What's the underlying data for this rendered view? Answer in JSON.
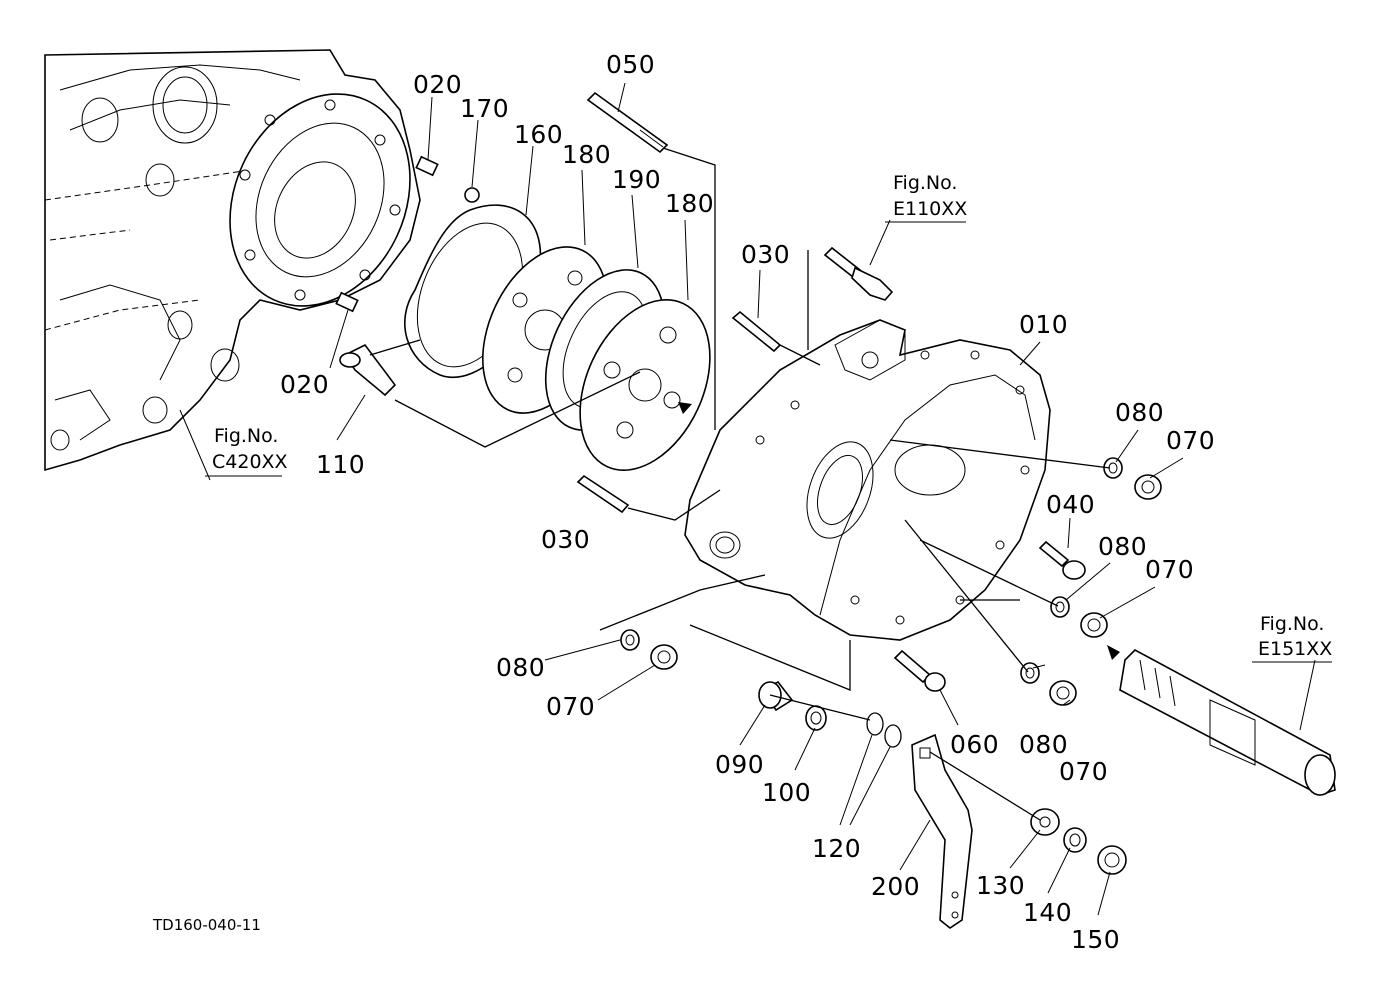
{
  "diagram_code": "TD160-040-11",
  "fig_refs": {
    "c420": {
      "title": "Fig.No.",
      "code": "C420XX"
    },
    "e110": {
      "title": "Fig.No.",
      "code": "E110XX"
    },
    "e151": {
      "title": "Fig.No.",
      "code": "E151XX"
    }
  },
  "parts": {
    "p010": "010",
    "p020a": "020",
    "p020b": "020",
    "p030a": "030",
    "p030b": "030",
    "p040": "040",
    "p050": "050",
    "p060": "060",
    "p070a": "070",
    "p070b": "070",
    "p070c": "070",
    "p070d": "070",
    "p080a": "080",
    "p080b": "080",
    "p080c": "080",
    "p080d": "080",
    "p090": "090",
    "p100": "100",
    "p110": "110",
    "p120": "120",
    "p130": "130",
    "p140": "140",
    "p150": "150",
    "p160": "160",
    "p170": "170",
    "p180a": "180",
    "p180b": "180",
    "p190": "190",
    "p200": "200"
  }
}
